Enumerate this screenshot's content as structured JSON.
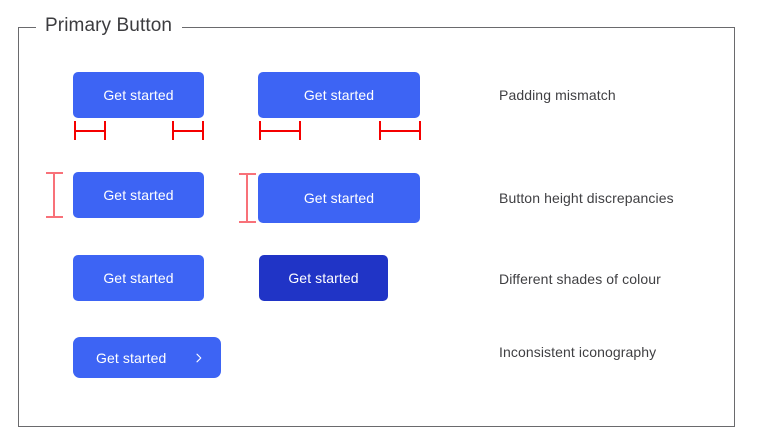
{
  "frame": {
    "legend": "Primary Button",
    "border_color": "#6a6a6d"
  },
  "colors": {
    "primary_blue": "#3d64f4",
    "dark_blue": "#2034c6",
    "mark_red": "#f50000",
    "mark_salmon": "#f87179",
    "text_gray": "#3f3f42",
    "button_label": "#ffffff"
  },
  "rows": [
    {
      "id": "padding-mismatch",
      "note": "Padding mismatch",
      "buttons": [
        {
          "label": "Get started",
          "shade": "primary"
        },
        {
          "label": "Get started",
          "shade": "primary"
        }
      ],
      "marks": [
        "padding-left-a",
        "padding-right-a",
        "padding-left-b",
        "padding-right-b"
      ]
    },
    {
      "id": "height-discrepancies",
      "note": "Button height discrepancies",
      "buttons": [
        {
          "label": "Get started",
          "shade": "primary"
        },
        {
          "label": "Get started",
          "shade": "primary"
        }
      ],
      "marks": [
        "height-a",
        "height-b"
      ]
    },
    {
      "id": "colour-shades",
      "note": "Different shades of colour",
      "buttons": [
        {
          "label": "Get started",
          "shade": "primary"
        },
        {
          "label": "Get started",
          "shade": "dark"
        }
      ],
      "marks": []
    },
    {
      "id": "iconography",
      "note": "Inconsistent iconography",
      "buttons": [
        {
          "label": "Get started",
          "shade": "primary",
          "icon": "chevron-right-icon"
        }
      ],
      "marks": []
    }
  ]
}
